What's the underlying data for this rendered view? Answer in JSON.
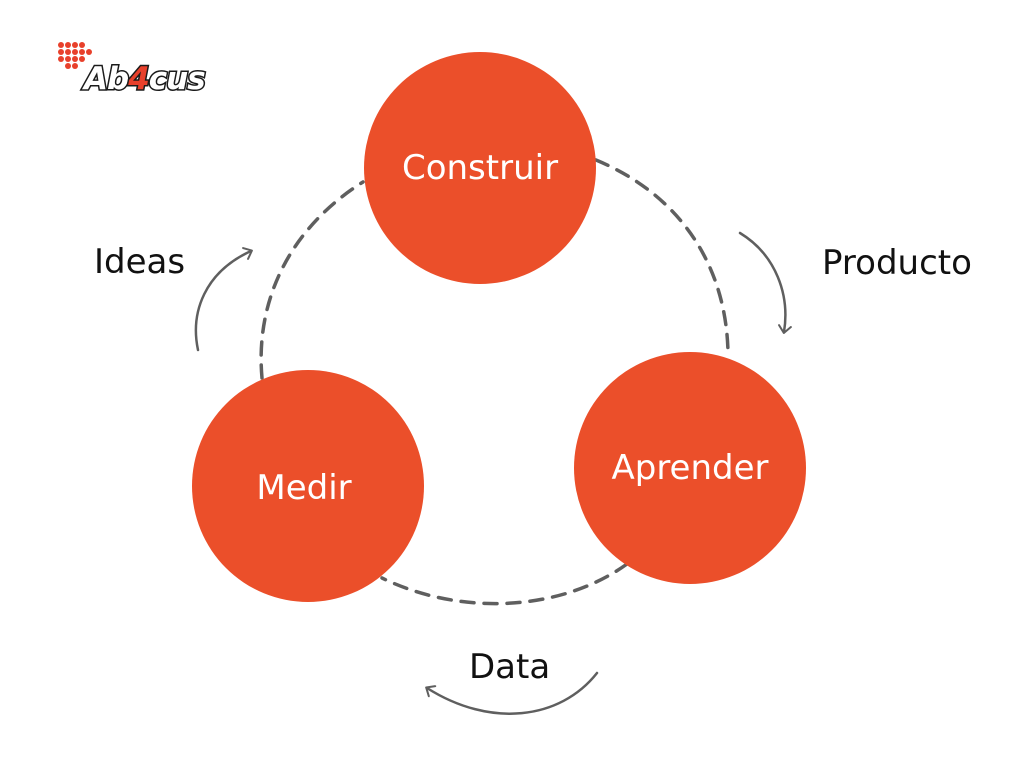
{
  "logo": {
    "text_prefix": "Ab",
    "text_digit": "4",
    "text_suffix": "cus"
  },
  "colors": {
    "node_fill": "#EB4F2A",
    "node_text": "#FFFFFF",
    "cycle_dash": "#5F5F5F",
    "arrow_stroke": "#5F5F5F",
    "label_text": "#111111",
    "logo_red": "#E8402B",
    "logo_dark": "#1B1B1B"
  },
  "nodes": {
    "construir": "Construir",
    "aprender": "Aprender",
    "medir": "Medir"
  },
  "edges": {
    "ideas": "Ideas",
    "producto": "Producto",
    "data": "Data"
  }
}
